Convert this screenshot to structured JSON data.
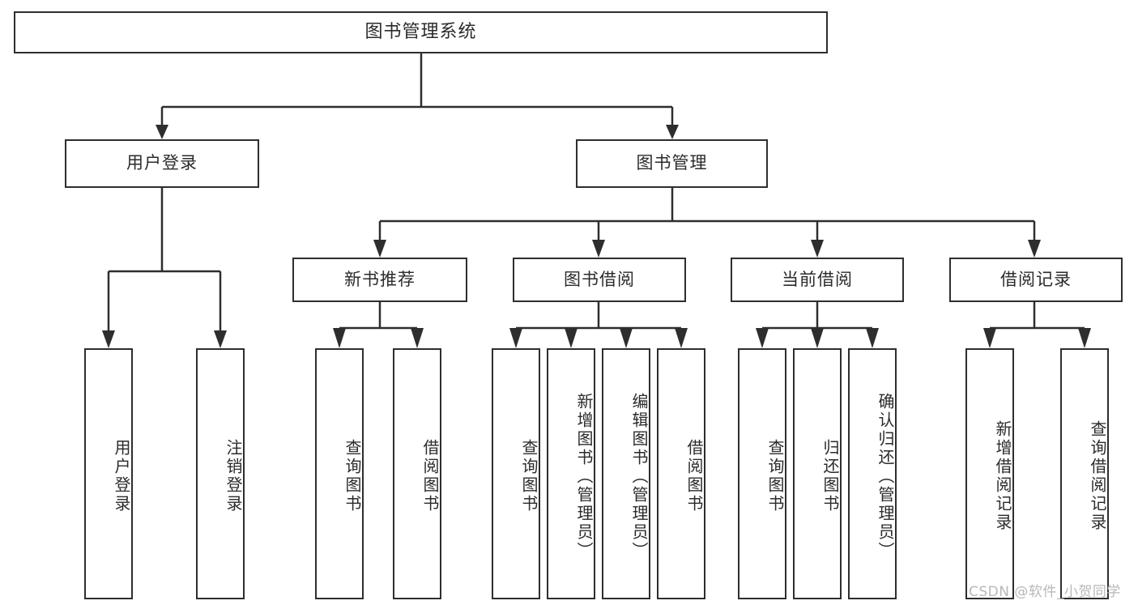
{
  "diagram": {
    "title": "图书管理系统",
    "type": "tree",
    "root": {
      "label": "图书管理系统"
    },
    "level1": [
      {
        "id": "user-login",
        "label": "用户登录"
      },
      {
        "id": "book-manage",
        "label": "图书管理"
      }
    ],
    "level2": [
      {
        "id": "new-book-recommend",
        "label": "新书推荐",
        "parent": "book-manage"
      },
      {
        "id": "book-borrow",
        "label": "图书借阅",
        "parent": "book-manage"
      },
      {
        "id": "current-borrow",
        "label": "当前借阅",
        "parent": "book-manage"
      },
      {
        "id": "borrow-record",
        "label": "借阅记录",
        "parent": "book-manage"
      }
    ],
    "leaves": {
      "user_login": [
        {
          "id": "leaf-user-login",
          "label": "用户登录"
        },
        {
          "id": "leaf-logout-login",
          "label": "注销登录"
        }
      ],
      "new_book_recommend": [
        {
          "id": "leaf-query-book-1",
          "label": "查询图书"
        },
        {
          "id": "leaf-borrow-book-1",
          "label": "借阅图书"
        }
      ],
      "book_borrow": [
        {
          "id": "leaf-query-book-2",
          "label": "查询图书"
        },
        {
          "id": "leaf-add-book",
          "label": "新增图书（管理员）"
        },
        {
          "id": "leaf-edit-book",
          "label": "编辑图书（管理员）"
        },
        {
          "id": "leaf-borrow-book-2",
          "label": "借阅图书"
        }
      ],
      "current_borrow": [
        {
          "id": "leaf-query-book-3",
          "label": "查询图书"
        },
        {
          "id": "leaf-return-book",
          "label": "归还图书"
        },
        {
          "id": "leaf-confirm-return",
          "label": "确认归还（管理员）"
        }
      ],
      "borrow_record": [
        {
          "id": "leaf-add-borrow-record",
          "label": "新增借阅记录"
        },
        {
          "id": "leaf-query-borrow-record",
          "label": "查询借阅记录"
        }
      ]
    }
  },
  "watermark": {
    "text": "CSDN @软件_小贺同学"
  },
  "colors": {
    "stroke": "#2e2e2e",
    "text": "#2b2b2b",
    "background": "#ffffff",
    "watermark": "#b8b8b8"
  }
}
